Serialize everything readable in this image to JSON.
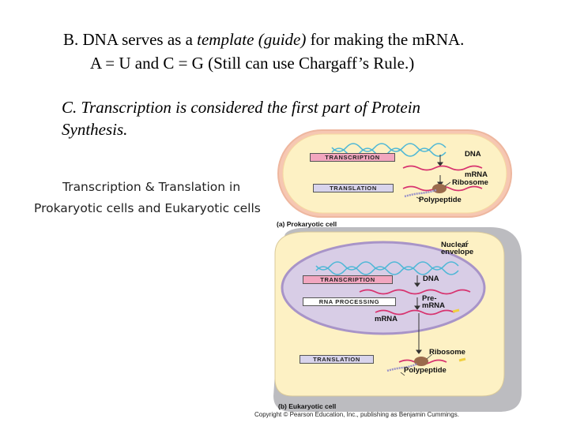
{
  "slide": {
    "point_b": {
      "prefix": "B. DNA serves as a ",
      "italic": "template (guide)",
      "suffix": " for making the mRNA.",
      "subline": "A = U and C = G (Still can use Chargaff’s Rule.)"
    },
    "point_c": {
      "line1": "C. Transcription is considered the first part of Protein",
      "line2": "Synthesis."
    },
    "figure_caption": {
      "line1": "Transcription & Translation in",
      "line2": "Prokaryotic cells and Eukaryotic cells"
    }
  },
  "figure": {
    "prokaryotic": {
      "boxes": {
        "transcription": "TRANSCRIPTION",
        "translation": "TRANSLATION"
      },
      "labels": {
        "dna": "DNA",
        "mrna": "mRNA",
        "ribosome": "Ribosome",
        "polypeptide": "Polypeptide"
      },
      "panel_label": "(a) Prokaryotic cell"
    },
    "eukaryotic": {
      "boxes": {
        "transcription": "TRANSCRIPTION",
        "rna_processing": "RNA PROCESSING",
        "translation": "TRANSLATION"
      },
      "labels": {
        "nuclear_envelope_1": "Nuclear",
        "nuclear_envelope_2": "envelope",
        "dna": "DNA",
        "pre_mrna_1": "Pre-",
        "pre_mrna_2": "mRNA",
        "mrna": "mRNA",
        "ribosome": "Ribosome",
        "polypeptide": "Polypeptide"
      },
      "panel_label": "(b) Eukaryotic cell"
    },
    "copyright": "Copyright © Pearson Education, Inc., publishing as Benjamin Cummings.",
    "colors": {
      "cell_fill": "#fdf1c4",
      "cell_border_pro": "#f2b9a2",
      "cell_wall_euk": "#b9b9bd",
      "nucleus_fill": "#d8cde6",
      "nucleus_border": "#a894c8",
      "dna": "#4db7d6",
      "mrna": "#d7336f",
      "transcription_box": "#f2a6bf",
      "translation_box": "#d8d4ec",
      "ribosome": "#9a6a4c"
    }
  }
}
